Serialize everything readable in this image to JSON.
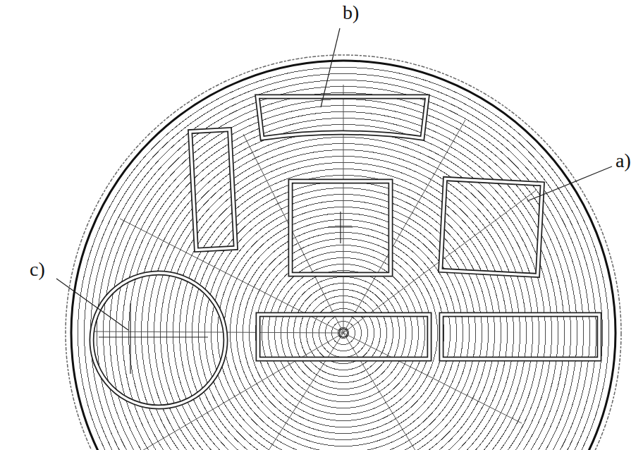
{
  "diagram": {
    "labels": [
      "b)",
      "a)",
      "c)"
    ]
  }
}
